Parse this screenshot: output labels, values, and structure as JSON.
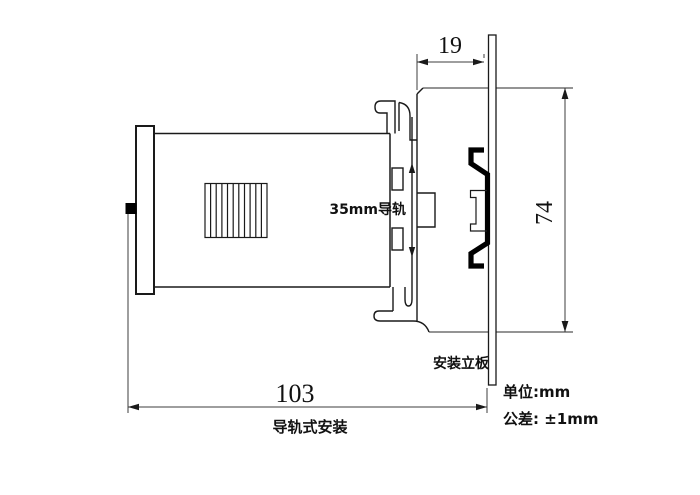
{
  "drawing": {
    "type_label": "technical-dimension-drawing",
    "dimensions": {
      "rear_depth": "19",
      "panel_height": "74",
      "total_length": "103"
    },
    "labels": {
      "rail": "35mm导轨",
      "mounting_plate": "安装立板",
      "mount_type": "导轨式安装"
    },
    "notes": {
      "unit": "单位:mm",
      "tolerance": "公差: ±1mm"
    },
    "colors": {
      "object_line": "#1a1a1a",
      "dimension_line": "#3d3d3d",
      "rail_profile": "#000000",
      "background": "#ffffff"
    }
  }
}
